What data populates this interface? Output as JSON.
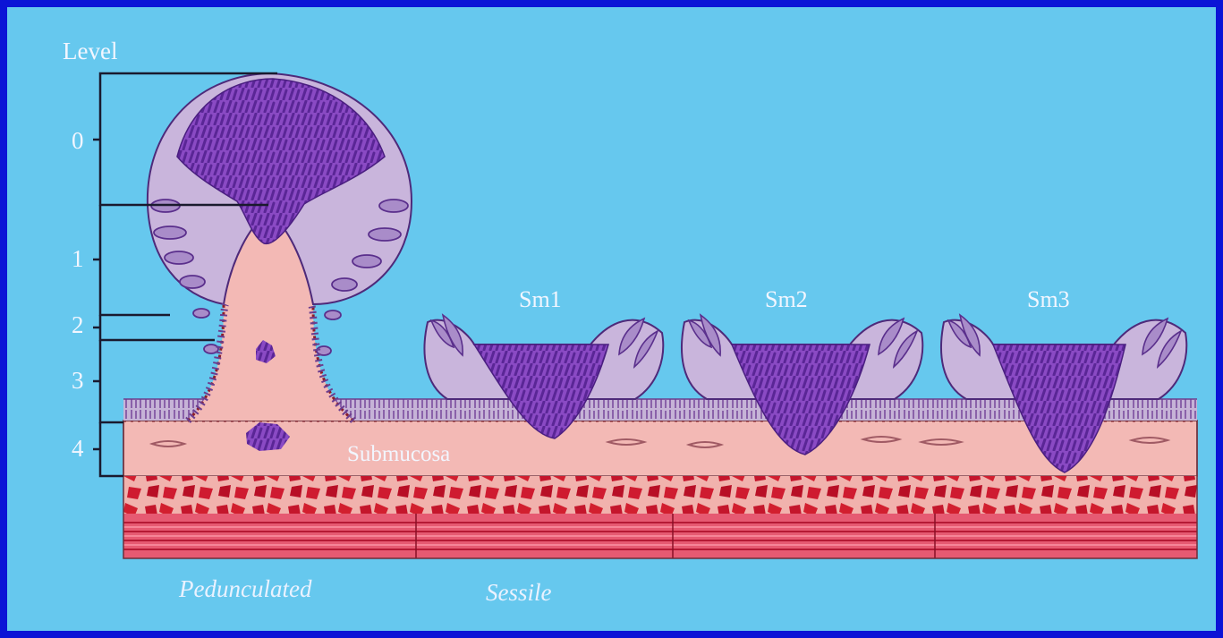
{
  "diagram": {
    "level_title": "Level",
    "levels": [
      "0",
      "1",
      "2",
      "3",
      "4"
    ],
    "sm_labels": [
      "Sm1",
      "Sm2",
      "Sm3"
    ],
    "submucosa_label": "Submucosa",
    "captions": {
      "pedunculated": "Pedunculated",
      "sessile": "Sessile"
    }
  },
  "colors": {
    "border": "#0b14d6",
    "background": "#66c8ee",
    "tumor": "#7a3fb5",
    "mucosa": "#c9b4dc",
    "submucosa": "#f2b8b3",
    "muscle": "#c8102e"
  }
}
